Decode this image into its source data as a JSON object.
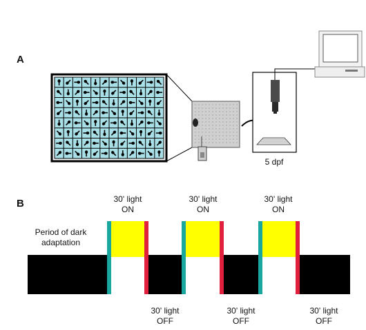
{
  "panel_a": {
    "label": "A",
    "age_label": "5 dpf"
  },
  "panel_b": {
    "label": "B",
    "dark_period_line1": "Period of dark",
    "dark_period_line2": "adaptation",
    "light_on": [
      {
        "line1": "30' light",
        "line2": "ON"
      },
      {
        "line1": "30' light",
        "line2": "ON"
      },
      {
        "line1": "30' light",
        "line2": "ON"
      }
    ],
    "light_off": [
      {
        "line1": "30' light",
        "line2": "OFF"
      },
      {
        "line1": "30' light",
        "line2": "OFF"
      },
      {
        "line1": "30' light",
        "line2": "OFF"
      }
    ]
  },
  "colors": {
    "well_fill": "#a9dfe6",
    "light_on": "#ffff00",
    "dark": "#000000",
    "on_edge": "#1aa7a0",
    "off_edge": "#e0203c"
  }
}
